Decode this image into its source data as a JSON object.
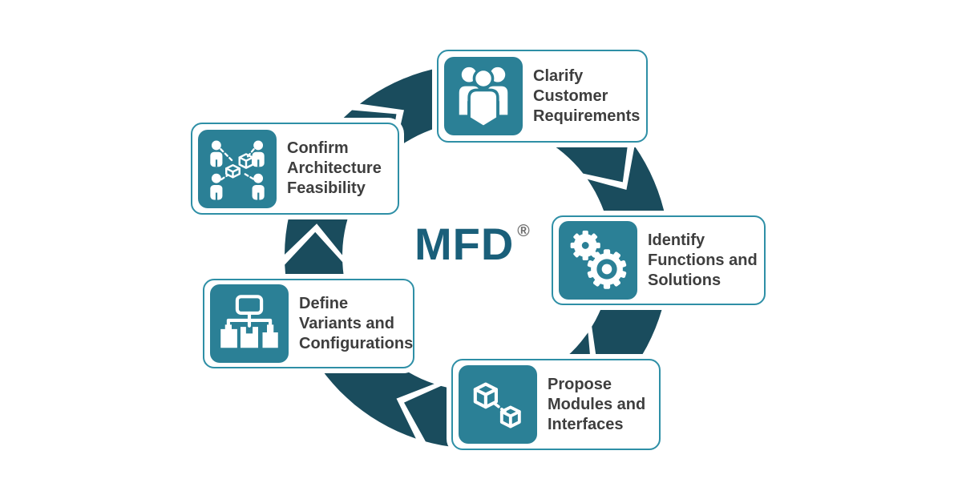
{
  "diagram": {
    "type": "cycle",
    "direction": "clockwise",
    "segments": 5,
    "center_label": "MFD",
    "trademark": "®"
  },
  "steps": [
    {
      "name": "clarify-customer-requirements",
      "icon": "people-group-icon",
      "lines": [
        "Clarify",
        "Customer",
        "Requirements"
      ]
    },
    {
      "name": "identify-functions-solutions",
      "icon": "gears-icon",
      "lines": [
        "Identify",
        "Functions and",
        "Solutions"
      ]
    },
    {
      "name": "propose-modules-interfaces",
      "icon": "linked-cubes-icon",
      "lines": [
        "Propose",
        "Modules and",
        "Interfaces"
      ]
    },
    {
      "name": "define-variants-configurations",
      "icon": "hierarchy-tree-icon",
      "lines": [
        "Define",
        "Variants and",
        "Configurations"
      ]
    },
    {
      "name": "confirm-architecture-feasibility",
      "icon": "people-network-icon",
      "lines": [
        "Confirm",
        "Architecture",
        "Feasibility"
      ]
    }
  ],
  "colors": {
    "ring": "#1a4c5d",
    "accent_teal": "#2b8096",
    "card_border": "#2e8fa6",
    "title": "#1a5f7a",
    "trademark": "#6e6e6e",
    "text": "#3e3e3e",
    "background": "#ffffff"
  }
}
